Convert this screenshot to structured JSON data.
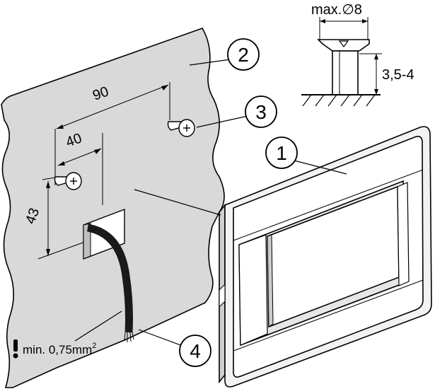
{
  "screw_detail": {
    "head_diameter_label": "max.∅8",
    "height_label": "3,5-4"
  },
  "dimensions": {
    "screw_spacing": "90",
    "box_to_screw": "40",
    "vertical_offset": "43"
  },
  "callouts": [
    "1",
    "2",
    "3",
    "4"
  ],
  "note": {
    "text": "min. 0,75mm",
    "superscript": "2"
  },
  "colors": {
    "wall": "#d9d9d9",
    "line": "#000000",
    "cable": "#1a1a1a",
    "panel_face": "#ffffff",
    "display_shade": "#e6e6e6"
  }
}
